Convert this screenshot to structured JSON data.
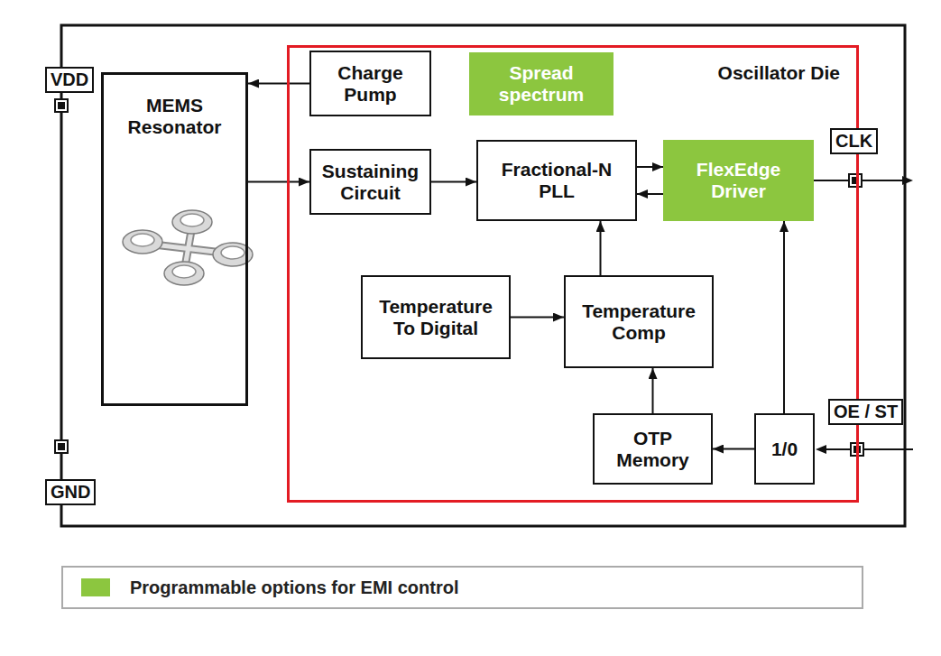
{
  "diagram": {
    "nodes": [
      {
        "text": [
          "Oscillator Die"
        ]
      },
      {
        "text": [
          "MEMS Resonator"
        ]
      },
      {
        "text": [
          "Charge Pump"
        ],
        "in": 0
      },
      {
        "text": [
          "Spread spectrum"
        ],
        "in": 0
      },
      {
        "text": [
          "Sustaining Circuit"
        ],
        "in": 0
      },
      {
        "text": [
          "Fractional-N PLL"
        ],
        "in": 0
      },
      {
        "text": [
          "FlexEdge Driver"
        ],
        "in": 0
      },
      {
        "text": [
          "Temperature To Digital"
        ],
        "in": 0
      },
      {
        "text": [
          "Temperature Comp"
        ],
        "in": 0
      },
      {
        "text": [
          "OTP Memory"
        ],
        "in": 0
      },
      {
        "text": [
          "1/0"
        ],
        "in": 0
      }
    ],
    "edges": [
      {
        "from": 2,
        "to": 1,
        "arrow": "to"
      },
      {
        "from": 1,
        "to": 4,
        "arrow": "to"
      },
      {
        "from": 4,
        "to": 5,
        "arrow": "to"
      },
      {
        "from": 5,
        "to": 6,
        "arrow": "to"
      },
      {
        "from": 6,
        "to": 5,
        "arrow": "to"
      },
      {
        "from": 7,
        "to": 8,
        "arrow": "to"
      },
      {
        "from": 8,
        "to": 5,
        "arrow": "to"
      },
      {
        "from": 9,
        "to": 8,
        "arrow": "to"
      },
      {
        "from": 10,
        "to": 9,
        "arrow": "to"
      },
      {
        "from": 10,
        "to": 6,
        "arrow": "to"
      }
    ],
    "labels": [
      "VDD",
      "GND",
      "CLK",
      "OE / ST"
    ],
    "legend": [
      {
        "text": "Programmable options for EMI control",
        "color": "#8cc63f"
      }
    ]
  }
}
